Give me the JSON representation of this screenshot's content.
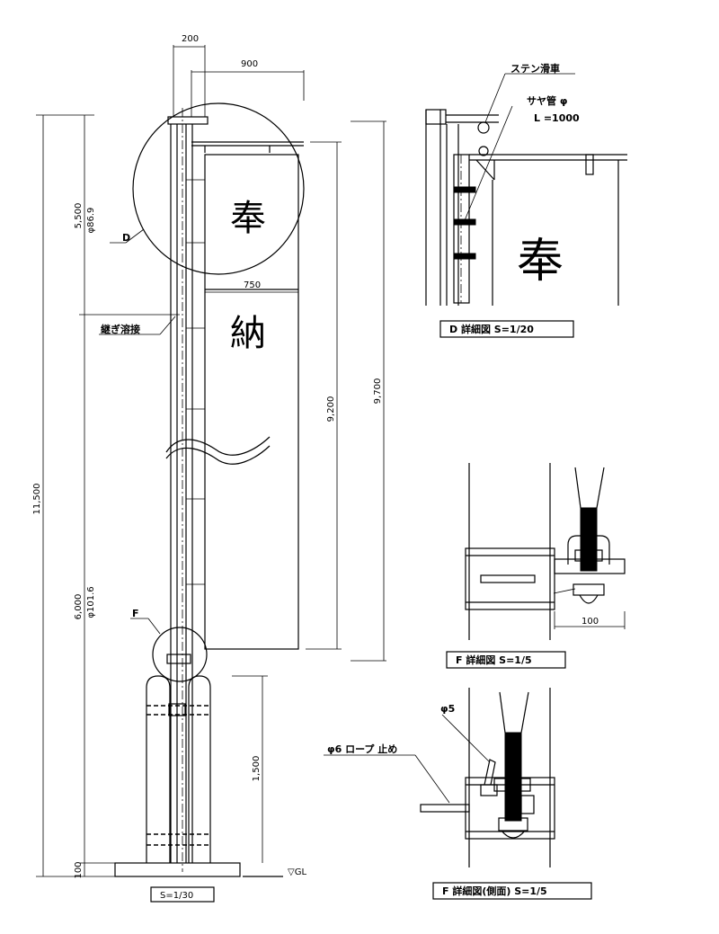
{
  "main_elevation": {
    "top_dims": {
      "offset": "200",
      "arm": "900"
    },
    "banner_width": "750",
    "left_dims": {
      "total": "11,500",
      "upper": "5,500",
      "lower": "6,000",
      "base": "100"
    },
    "pipe_labels": {
      "upper": "φ86.9",
      "lower": "φ101.6"
    },
    "right_dims": {
      "banner": "9,200",
      "overall": "9,700"
    },
    "base_dim": "1,500",
    "weld_label": "継ぎ溶接",
    "detail_callouts": {
      "d": "D",
      "f": "F"
    },
    "banner_chars": [
      "奉",
      "納"
    ],
    "ground_label": "▽GL",
    "scale_caption": "S=1/30"
  },
  "detail_d": {
    "labels": {
      "pulley": "ステン滑車",
      "sleeve": "サヤ管 φ",
      "sleeve_length": "L =1000"
    },
    "banner_char": "奉",
    "caption": "D  詳細図  S=1/20"
  },
  "detail_f": {
    "dim": "100",
    "caption": "F  詳細図  S=1/5"
  },
  "detail_f_side": {
    "labels": {
      "wire": "φ5",
      "rope_stop": "φ6 ロープ 止め"
    },
    "caption": "F  詳細図(側面)  S=1/5"
  }
}
